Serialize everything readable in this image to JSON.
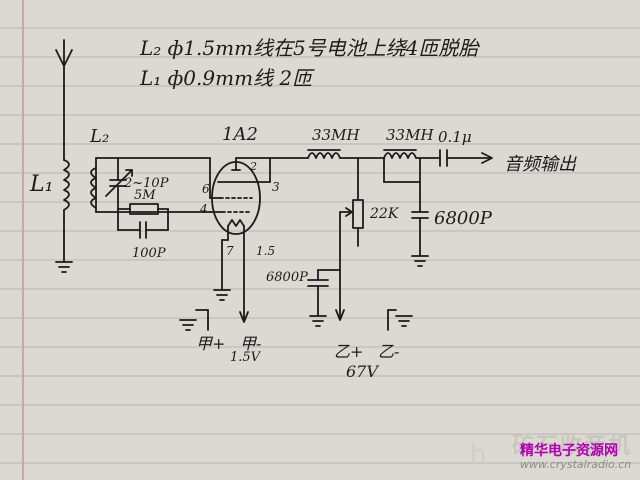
{
  "notes": {
    "line1": "L₂ ф1.5mm线在5号电池上绕4匝脱胎",
    "line2": "L₁ ф0.9mm线 2匝"
  },
  "labels": {
    "l1": "L₁",
    "l2": "L₂",
    "tube": "1A2",
    "cap_var": "2~10P",
    "res_grid": "5M",
    "cap_grid": "100P",
    "choke1": "33MH",
    "choke2": "33MH",
    "cap_out": "0.1μ",
    "output": "音频输出",
    "pot": "22K",
    "cap_right": "6800P",
    "cap_left": "6800P",
    "pin2": "2",
    "pin3": "3",
    "pin4": "4",
    "pin6": "6",
    "pin7": "7",
    "pin15": "1.5",
    "batA_pos": "甲+",
    "batA_neg": "甲-",
    "batA_v": "1.5V",
    "batB_pos": "乙+",
    "batB_neg": "乙-",
    "batB_v": "67V"
  },
  "watermark": {
    "site_cn": "矿石收音机",
    "site_sub": "精华电子资源网",
    "url": "www.crystalradio.cn",
    "faint": "h"
  }
}
